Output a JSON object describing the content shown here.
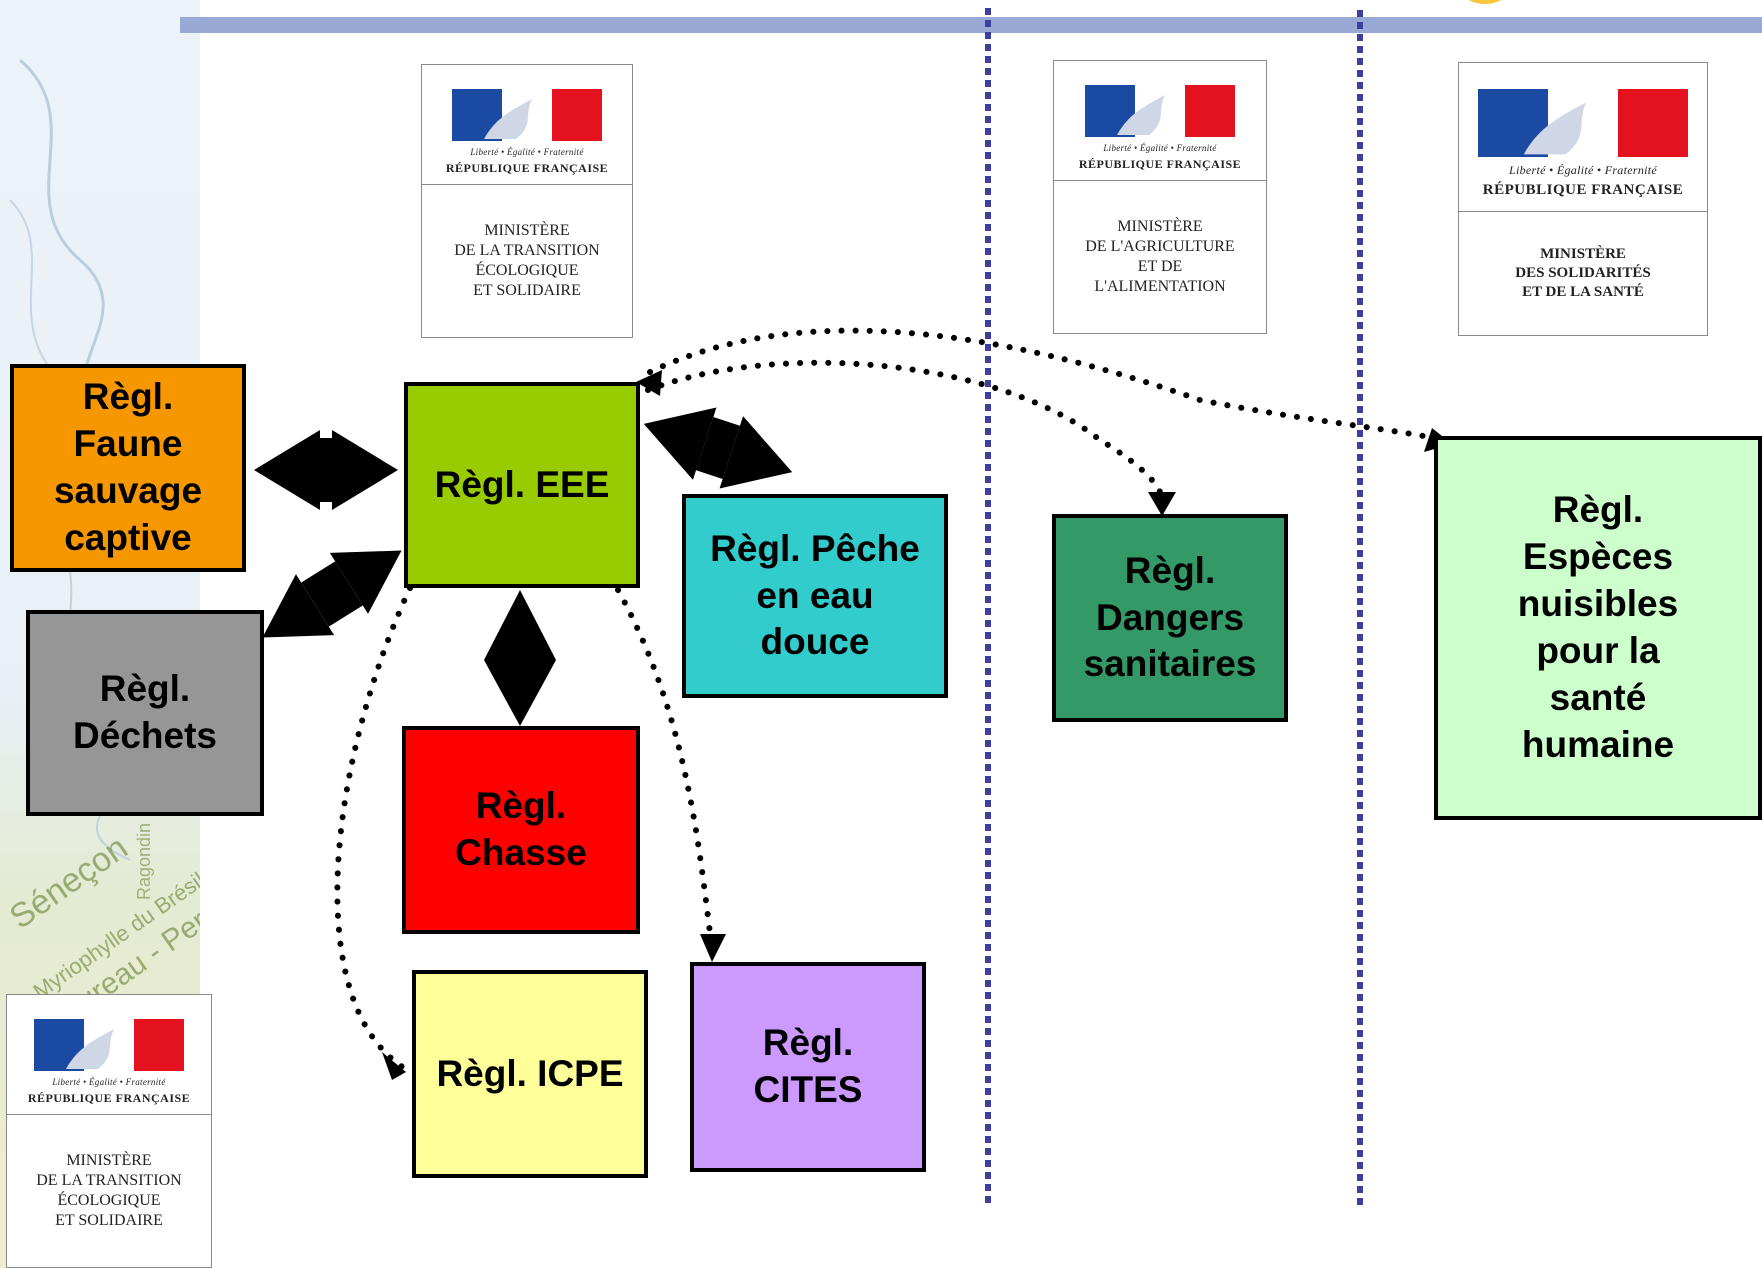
{
  "colors": {
    "top_bar": "#99a9d6",
    "separator": "#3b3f9e",
    "arrow": "#000000",
    "flag_blue": "#1b4aa3",
    "flag_red": "#e4121e"
  },
  "logos": {
    "ministry_ecologie": {
      "motto": "Liberté • Égalité • Fraternité",
      "republic": "RÉPUBLIQUE FRANÇAISE",
      "ministry": "MINISTÈRE\nDE LA TRANSITION\nÉCOLOGIQUE\nET SOLIDAIRE"
    },
    "ministry_agriculture": {
      "motto": "Liberté • Égalité • Fraternité",
      "republic": "RÉPUBLIQUE FRANÇAISE",
      "ministry": "MINISTÈRE\nDE L'AGRICULTURE\nET DE\nL'ALIMENTATION"
    },
    "ministry_sante": {
      "motto": "Liberté • Égalité • Fraternité",
      "republic": "RÉPUBLIQUE FRANÇAISE",
      "ministry": "MINISTÈRE\nDES SOLIDARITÉS\nET DE LA SANTÉ"
    },
    "ministry_ecologie_small": {
      "motto": "Liberté • Égalité • Fraternité",
      "republic": "RÉPUBLIQUE FRANÇAISE",
      "ministry": "MINISTÈRE\nDE LA TRANSITION\nÉCOLOGIQUE\nET SOLIDAIRE"
    }
  },
  "boxes": {
    "faune": {
      "label": "Règl.\nFaune\nsauvage\ncaptive",
      "color": "#f79700"
    },
    "eee": {
      "label": "Règl. EEE",
      "color": "#99cc00"
    },
    "peche": {
      "label": "Règl. Pêche\nen eau\ndouce",
      "color": "#33cccc"
    },
    "dechets": {
      "label": "Règl.\nDéchets",
      "color": "#969696"
    },
    "chasse": {
      "label": "Règl.\nChasse",
      "color": "#ff0000"
    },
    "icpe": {
      "label": "Règl. ICPE",
      "color": "#ffff99"
    },
    "cites": {
      "label": "Règl.\nCITES",
      "color": "#cc99ff"
    },
    "dangers": {
      "label": "Règl.\nDangers\nsanitaires",
      "color": "#339966"
    },
    "nuisibles": {
      "label": "Règl.\nEspèces\nnuisibles\npour la\nsanté\nhumaine",
      "color": "#ccffcc"
    }
  },
  "background_words": [
    "Myriophylle du Brésil",
    "Ragondin",
    "Taureau - Perche",
    "Séneçon"
  ]
}
